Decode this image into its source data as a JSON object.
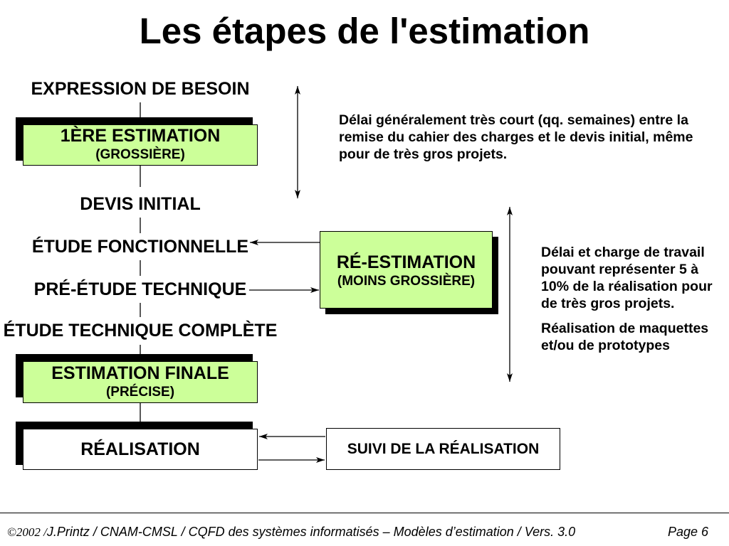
{
  "title": "Les étapes de l'estimation",
  "colors": {
    "estimation_box_fill": "#ccff99",
    "shadow": "#000000",
    "plain_box_fill": "#ffffff",
    "text": "#000000",
    "background": "#ffffff"
  },
  "stages": {
    "expression_de_besoin": "EXPRESSION DE BESOIN",
    "premiere_estimation": {
      "title": "1ÈRE ESTIMATION",
      "qualifier": "(GROSSIÈRE)"
    },
    "devis_initial": "DEVIS INITIAL",
    "etude_fonctionnelle": "ÉTUDE FONCTIONNELLE",
    "pre_etude_technique": "PRÉ-ÉTUDE TECHNIQUE",
    "etude_technique_complete": "ÉTUDE TECHNIQUE COMPLÈTE",
    "estimation_finale": {
      "title": "ESTIMATION FINALE",
      "qualifier": "(PRÉCISE)"
    },
    "realisation": "RÉALISATION"
  },
  "re_estimation": {
    "title": "RÉ-ESTIMATION",
    "qualifier": "(MOINS GROSSIÈRE)"
  },
  "suivi_realisation": "SUIVI DE LA RÉALISATION",
  "notes": {
    "initial_delay": [
      "Délai généralement très court (qq. semaines) entre la",
      "remise du cahier des charges et le devis initial, même",
      "pour de très gros projets."
    ],
    "re_estimation_effort": [
      "Délai et charge de travail",
      "pouvant représenter 5 à",
      "10% de la réalisation pour",
      "de très gros projets."
    ],
    "re_estimation_activities": [
      "Réalisation de maquettes",
      "et/ou de prototypes"
    ]
  },
  "footer": {
    "copyright": "©2002 /",
    "credits": "J.Printz / CNAM-CMSL / CQFD des systèmes informatisés – Modèles d’estimation / Vers. 3.0",
    "page": "Page 6"
  }
}
